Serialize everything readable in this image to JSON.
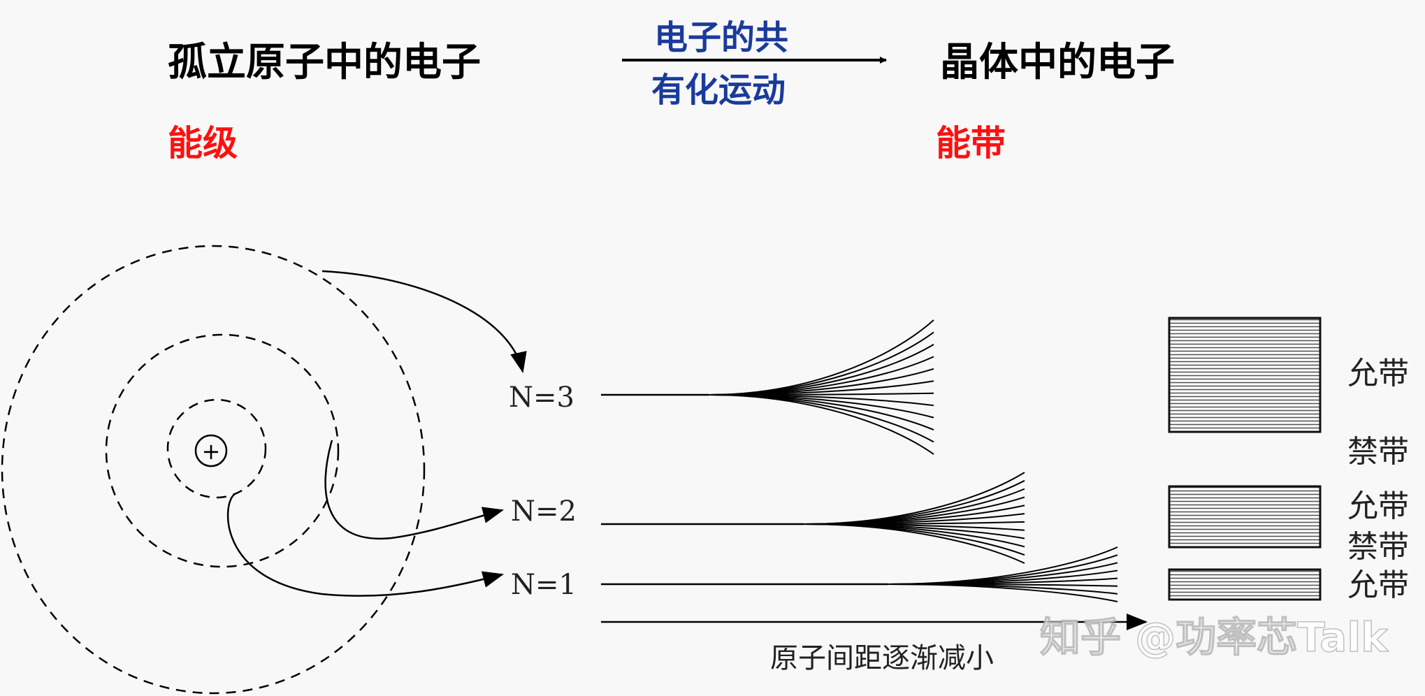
{
  "header": {
    "left_title": "孤立原子中的电子",
    "arrow_top": "电子的共",
    "arrow_bottom": "有化运动",
    "right_title": "晶体中的电子",
    "left_subtitle": "能级",
    "right_subtitle": "能带"
  },
  "levels": [
    {
      "label": "N=3"
    },
    {
      "label": "N=2"
    },
    {
      "label": "N=1"
    }
  ],
  "axis_label": "原子间距逐渐减小",
  "nucleus_symbol": "+",
  "bands": [
    {
      "label": "允带"
    },
    {
      "label": "禁带"
    },
    {
      "label": "允带"
    },
    {
      "label": "禁带"
    },
    {
      "label": "允带"
    }
  ],
  "watermark": "知乎 @功率芯Talk",
  "colors": {
    "title_blue": "#1a3a9c",
    "subtitle_red": "#ff1010"
  }
}
